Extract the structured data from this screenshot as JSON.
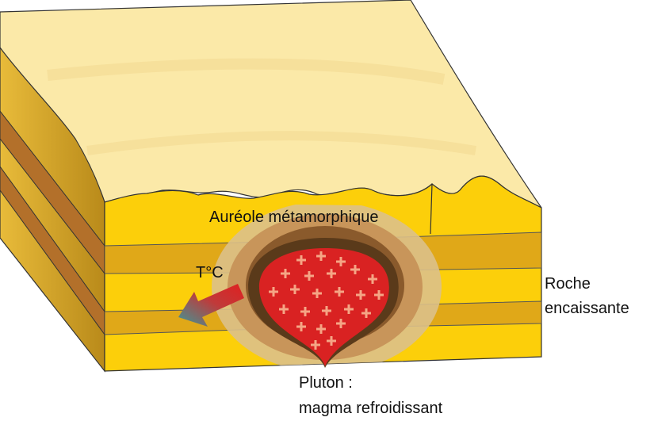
{
  "labels": {
    "aureole": "Auréole métamorphique",
    "temperature": "T°C",
    "roche_line1": "Roche",
    "roche_line2": "encaissante",
    "pluton_line1": "Pluton :",
    "pluton_line2": "magma refroidissant"
  },
  "colors": {
    "top_surface": "#fbe9a8",
    "rock_face": "#fccf0a",
    "rock_band": "#e0a818",
    "side_face": "#d9a82a",
    "side_band": "#b3702a",
    "aureole_outer": "#dcc08a",
    "aureole_mid": "#c8955a",
    "aureole_inner": "#8a5a2c",
    "aureole_core": "#5a3a1a",
    "magma": "#d92222",
    "magma_crystals": "#f5a585",
    "arrow_hot": "#e02020",
    "arrow_cold": "#3a9a9a"
  }
}
